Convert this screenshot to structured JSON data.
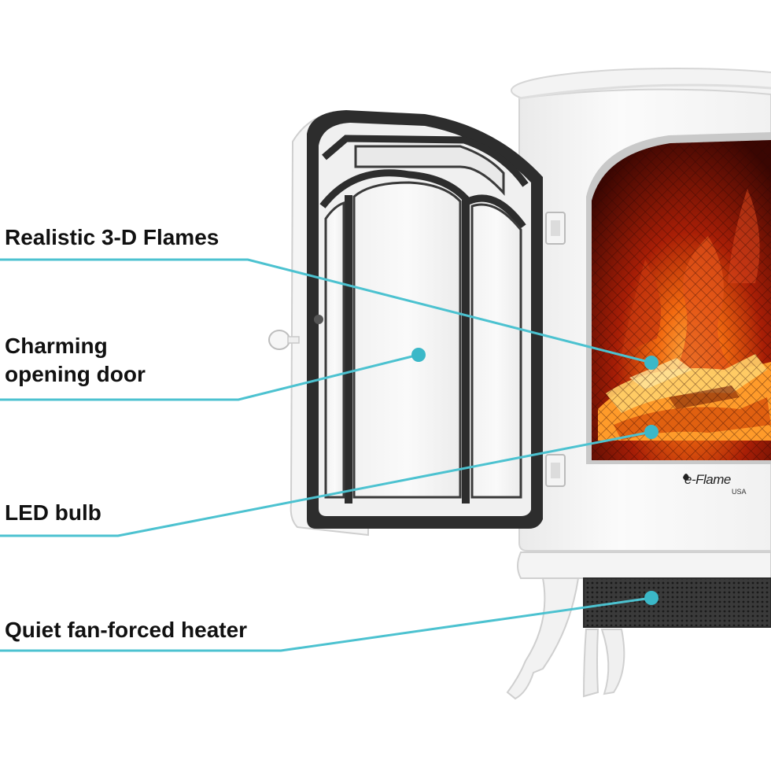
{
  "callouts": [
    {
      "text": "Realistic 3-D Flames"
    },
    {
      "text_line1": "Charming",
      "text_line2": "opening door"
    },
    {
      "text": "LED bulb"
    },
    {
      "text": "Quiet fan-forced heater"
    }
  ],
  "brand": {
    "name": "e-Flame",
    "sub": "USA"
  },
  "colors": {
    "callout_line": "#4cc2d0",
    "callout_dot": "#3bb8c8",
    "stove_body": "#f6f6f6",
    "door_frame": "#2d2d2d",
    "flame_dark": "#5a0a04",
    "flame_bright": "#ff8a1a"
  }
}
